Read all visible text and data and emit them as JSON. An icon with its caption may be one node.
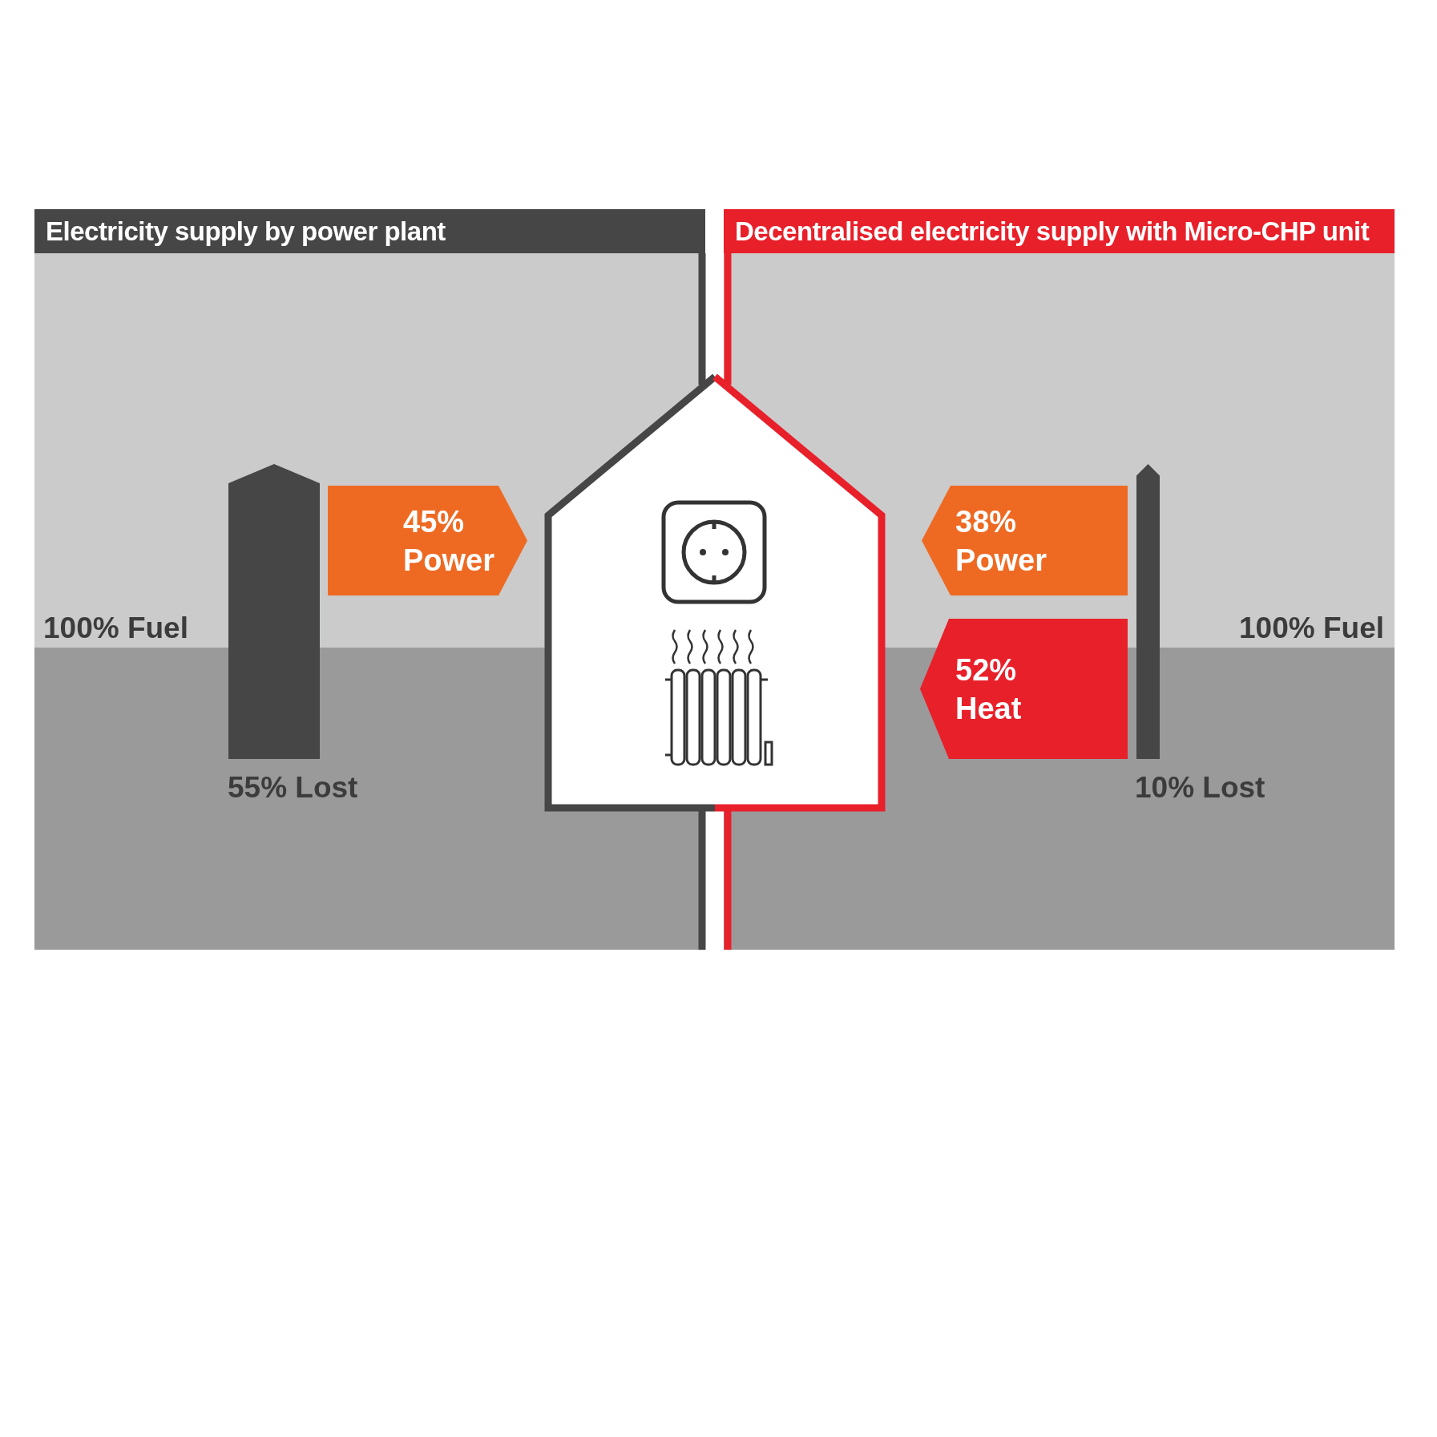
{
  "diagram": {
    "nodes": [
      {
        "text": [
          "Electricity supply by power plant"
        ]
      },
      {
        "text": [
          "Decentralised electricity supply with Micro-CHP unit"
        ]
      },
      {
        "text": [],
        "shape": "bar",
        "beside": [
          "100% Fuel",
          "55% Lost"
        ]
      },
      {
        "text": [
          "45% Power"
        ]
      },
      {
        "text": [],
        "shape": "house"
      },
      {
        "text": [
          "38% Power"
        ]
      },
      {
        "text": [
          "52% Heat"
        ]
      },
      {
        "text": [],
        "shape": "bar",
        "beside": [
          "100% Fuel",
          "10% Lost"
        ]
      }
    ]
  }
}
